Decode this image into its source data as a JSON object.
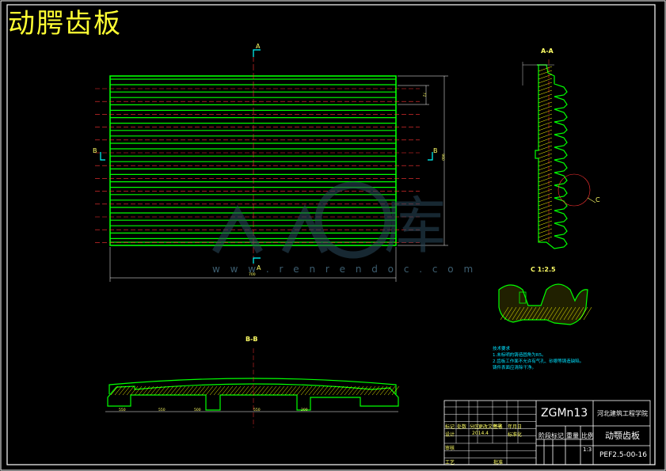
{
  "title": "动腭齿板",
  "views": {
    "section_aa": "A-A",
    "section_bb": "B-B",
    "detail_c": "C 1:2.5",
    "marker_a": "A",
    "marker_b": "B",
    "marker_c": "C"
  },
  "dimensions": {
    "width": "700",
    "height": "960",
    "pitch": "72",
    "bb_dims": [
      "550",
      "550",
      "500",
      "550",
      "200"
    ]
  },
  "notes": {
    "heading": "技术要求",
    "items": [
      "1.未标明的铸造圆角为R5。",
      "2.齿板工作面不允许有气孔、砂眼等铸造缺陷。",
      "  铸件表面应清除干净。"
    ]
  },
  "watermark": {
    "url": "w w w . r e n r e n d o c . c o m"
  },
  "title_block": {
    "material": "ZGMn13",
    "school": "河北建筑工程学院",
    "part_name": "动颚齿板",
    "stage_label": "阶段标记",
    "weight_label": "重量",
    "scale_label": "比例",
    "scale_value": "1:3",
    "drawing_no": "PEF2.5-00-16",
    "labels": [
      "标记",
      "处数",
      "分区",
      "更改文件号",
      "签名",
      "年月日",
      "设计",
      "标准化",
      "审核",
      "工艺",
      "批准"
    ],
    "date_value": "2014.4"
  }
}
